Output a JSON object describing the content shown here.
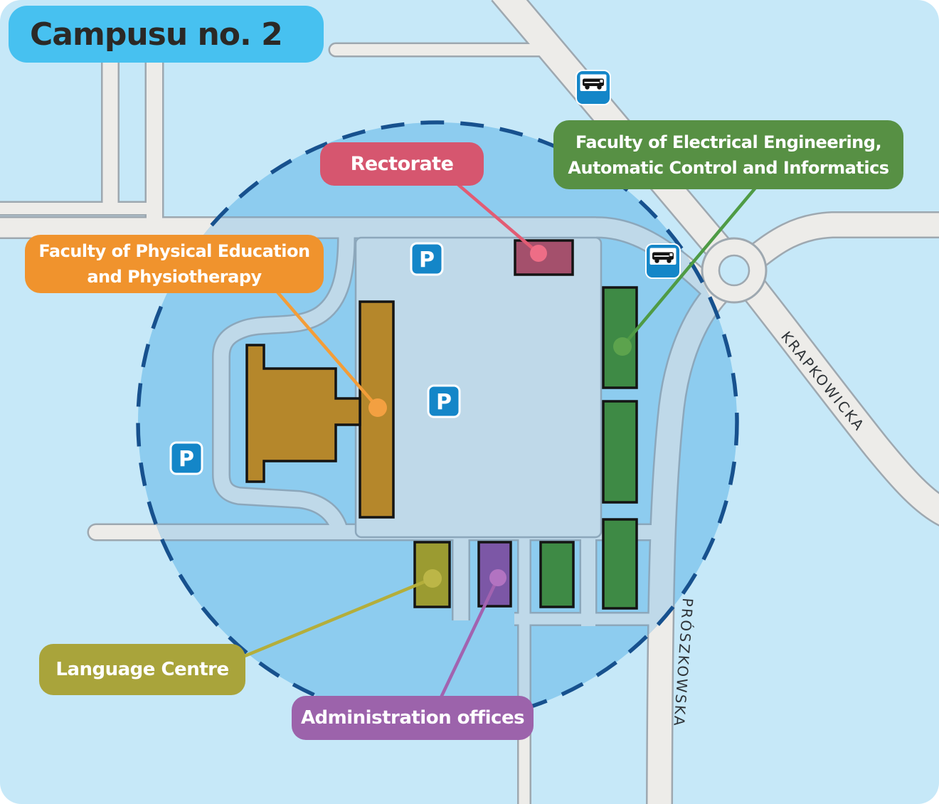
{
  "title": "Campusu no. 2",
  "callouts": {
    "rectorate": {
      "text": "Rectorate",
      "color": "#D6566F"
    },
    "electrical": {
      "line1": "Faculty of Electrical Engineering,",
      "line2": "Automatic Control and Informatics",
      "color": "#579044"
    },
    "physical": {
      "line1": "Faculty of Physical Education",
      "line2": "and Physiotherapy",
      "color": "#F0932D"
    },
    "language": {
      "text": "Language Centre",
      "color": "#A9A43B"
    },
    "admin": {
      "text": "Administration offices",
      "color": "#9C63AB"
    }
  },
  "streets": {
    "krapkowicka": "KRAPKOWICKA",
    "proszkowska": "PRÓSZKOWSKA"
  },
  "icons": {
    "parking_letter": "P"
  },
  "map_colors": {
    "background": "#C6E8F8",
    "campus_area_fill": "#8DCCEF",
    "campus_boundary_dash": "#17518E",
    "road_outside_campus": "#EDECE9",
    "road_inside_campus": "#BFD9E9",
    "building_ochre": "#B5872B",
    "building_rectorate": "#A4506C",
    "building_green": "#3E8A45",
    "building_olive": "#9B9B31",
    "building_purple": "#7C57A6",
    "title_bg": "#47C1F0",
    "sign_blue": "#1486C8"
  }
}
